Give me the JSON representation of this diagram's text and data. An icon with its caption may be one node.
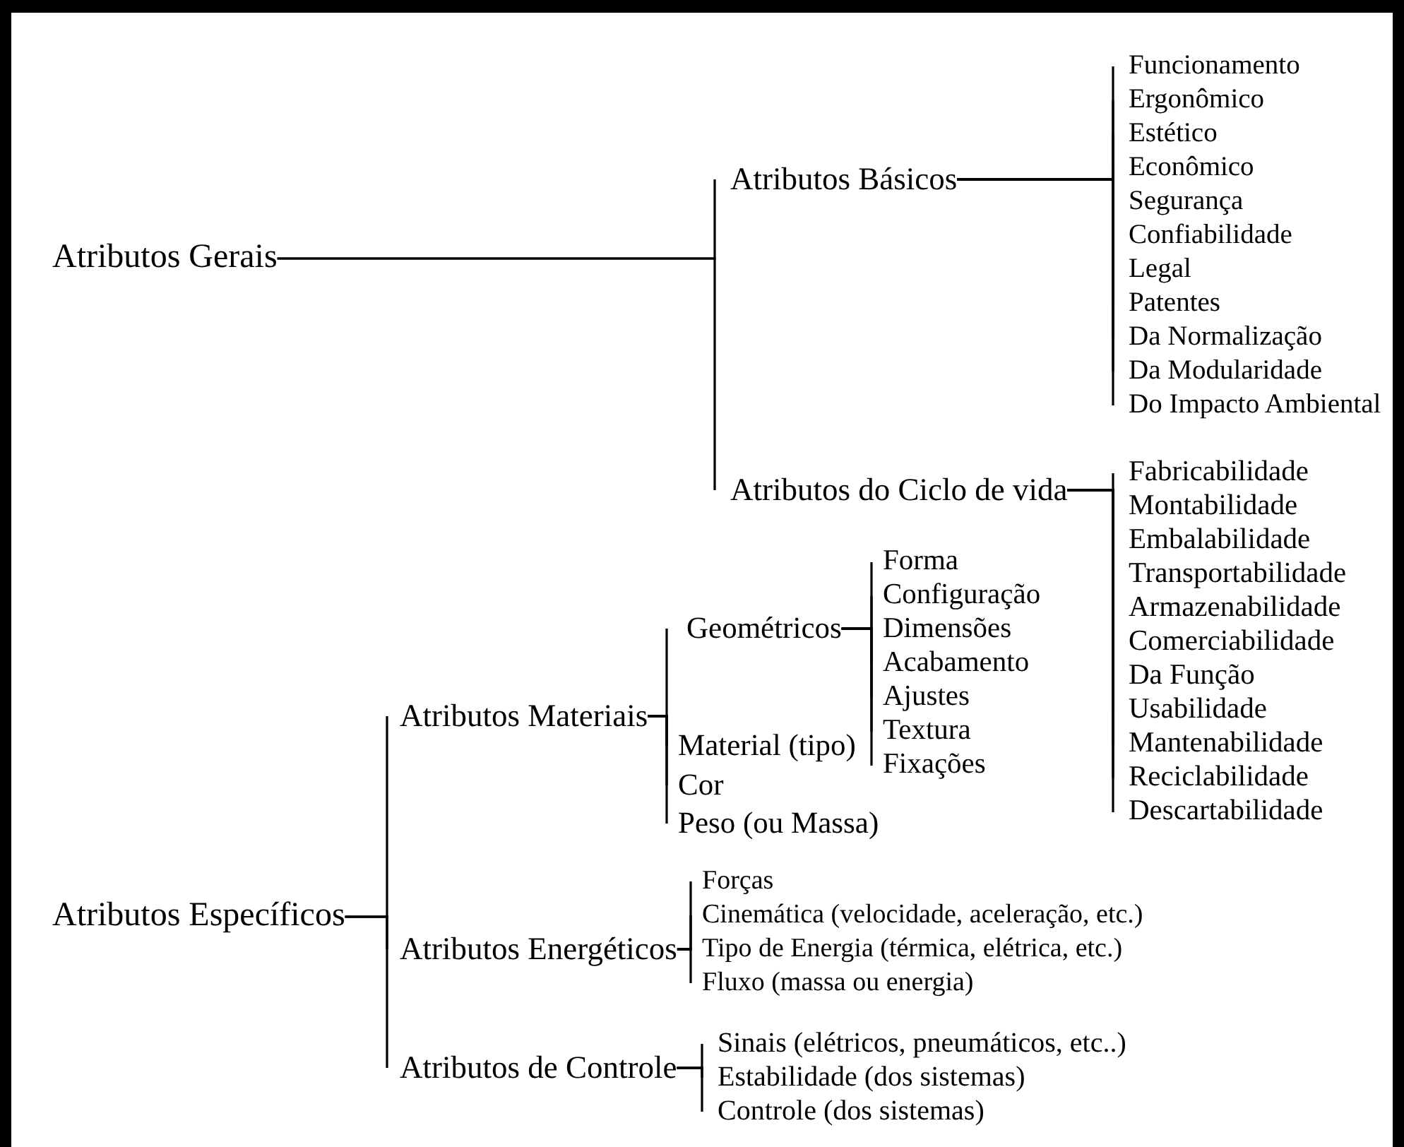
{
  "diagram": {
    "nodes": [
      {
        "text": [
          "Atributos Gerais"
        ]
      },
      {
        "text": [
          "Atributos Básicos"
        ]
      },
      {
        "text": [
          "Atributos do Ciclo de vida"
        ]
      },
      {
        "text": [
          "Funcionamento"
        ]
      },
      {
        "text": [
          "Ergonômico"
        ]
      },
      {
        "text": [
          "Estético"
        ]
      },
      {
        "text": [
          "Econômico"
        ]
      },
      {
        "text": [
          "Segurança"
        ]
      },
      {
        "text": [
          "Confiabilidade"
        ]
      },
      {
        "text": [
          "Legal"
        ]
      },
      {
        "text": [
          "Patentes"
        ]
      },
      {
        "text": [
          "Da Normalização"
        ]
      },
      {
        "text": [
          "Da Modularidade"
        ]
      },
      {
        "text": [
          "Do Impacto Ambiental"
        ]
      },
      {
        "text": [
          "Fabricabilidade"
        ]
      },
      {
        "text": [
          "Montabilidade"
        ]
      },
      {
        "text": [
          "Embalabilidade"
        ]
      },
      {
        "text": [
          "Transportabilidade"
        ]
      },
      {
        "text": [
          "Armazenabilidade"
        ]
      },
      {
        "text": [
          "Comerciabilidade"
        ]
      },
      {
        "text": [
          "Da Função"
        ]
      },
      {
        "text": [
          "Usabilidade"
        ]
      },
      {
        "text": [
          "Mantenabilidade"
        ]
      },
      {
        "text": [
          "Reciclabilidade"
        ]
      },
      {
        "text": [
          "Descartabilidade"
        ]
      },
      {
        "text": [
          "Atributos Específicos"
        ]
      },
      {
        "text": [
          "Atributos Materiais"
        ]
      },
      {
        "text": [
          "Geométricos"
        ]
      },
      {
        "text": [
          "Forma"
        ]
      },
      {
        "text": [
          "Configuração"
        ]
      },
      {
        "text": [
          "Dimensões"
        ]
      },
      {
        "text": [
          "Acabamento"
        ]
      },
      {
        "text": [
          "Ajustes"
        ]
      },
      {
        "text": [
          "Textura"
        ]
      },
      {
        "text": [
          "Fixações"
        ]
      },
      {
        "text": [
          "Material (tipo)"
        ]
      },
      {
        "text": [
          "Cor"
        ]
      },
      {
        "text": [
          "Peso (ou Massa)"
        ]
      },
      {
        "text": [
          "Atributos Energéticos"
        ]
      },
      {
        "text": [
          "Forças"
        ]
      },
      {
        "text": [
          "Cinemática (velocidade, aceleração, etc.)"
        ]
      },
      {
        "text": [
          "Tipo de Energia (térmica, elétrica, etc.)"
        ]
      },
      {
        "text": [
          "Fluxo (massa ou energia)"
        ]
      },
      {
        "text": [
          "Atributos de Controle"
        ]
      },
      {
        "text": [
          "Sinais (elétricos, pneumáticos, etc..)"
        ]
      },
      {
        "text": [
          "Estabilidade (dos sistemas)"
        ]
      },
      {
        "text": [
          "Controle (dos sistemas)"
        ]
      }
    ],
    "edges": [
      {
        "from": 0,
        "to": 1,
        "arrow": "none"
      },
      {
        "from": 0,
        "to": 2,
        "arrow": "none"
      },
      {
        "from": 1,
        "to": 3,
        "arrow": "none"
      },
      {
        "from": 1,
        "to": 4,
        "arrow": "none"
      },
      {
        "from": 1,
        "to": 5,
        "arrow": "none"
      },
      {
        "from": 1,
        "to": 6,
        "arrow": "none"
      },
      {
        "from": 1,
        "to": 7,
        "arrow": "none"
      },
      {
        "from": 1,
        "to": 8,
        "arrow": "none"
      },
      {
        "from": 1,
        "to": 9,
        "arrow": "none"
      },
      {
        "from": 1,
        "to": 10,
        "arrow": "none"
      },
      {
        "from": 1,
        "to": 11,
        "arrow": "none"
      },
      {
        "from": 1,
        "to": 12,
        "arrow": "none"
      },
      {
        "from": 1,
        "to": 13,
        "arrow": "none"
      },
      {
        "from": 2,
        "to": 14,
        "arrow": "none"
      },
      {
        "from": 2,
        "to": 15,
        "arrow": "none"
      },
      {
        "from": 2,
        "to": 16,
        "arrow": "none"
      },
      {
        "from": 2,
        "to": 17,
        "arrow": "none"
      },
      {
        "from": 2,
        "to": 18,
        "arrow": "none"
      },
      {
        "from": 2,
        "to": 19,
        "arrow": "none"
      },
      {
        "from": 2,
        "to": 20,
        "arrow": "none"
      },
      {
        "from": 2,
        "to": 21,
        "arrow": "none"
      },
      {
        "from": 2,
        "to": 22,
        "arrow": "none"
      },
      {
        "from": 2,
        "to": 23,
        "arrow": "none"
      },
      {
        "from": 2,
        "to": 24,
        "arrow": "none"
      },
      {
        "from": 25,
        "to": 26,
        "arrow": "none"
      },
      {
        "from": 25,
        "to": 38,
        "arrow": "none"
      },
      {
        "from": 25,
        "to": 43,
        "arrow": "none"
      },
      {
        "from": 26,
        "to": 27,
        "arrow": "none"
      },
      {
        "from": 26,
        "to": 35,
        "arrow": "none"
      },
      {
        "from": 26,
        "to": 36,
        "arrow": "none"
      },
      {
        "from": 26,
        "to": 37,
        "arrow": "none"
      },
      {
        "from": 27,
        "to": 28,
        "arrow": "none"
      },
      {
        "from": 27,
        "to": 29,
        "arrow": "none"
      },
      {
        "from": 27,
        "to": 30,
        "arrow": "none"
      },
      {
        "from": 27,
        "to": 31,
        "arrow": "none"
      },
      {
        "from": 27,
        "to": 32,
        "arrow": "none"
      },
      {
        "from": 27,
        "to": 33,
        "arrow": "none"
      },
      {
        "from": 27,
        "to": 34,
        "arrow": "none"
      },
      {
        "from": 38,
        "to": 39,
        "arrow": "none"
      },
      {
        "from": 38,
        "to": 40,
        "arrow": "none"
      },
      {
        "from": 38,
        "to": 41,
        "arrow": "none"
      },
      {
        "from": 38,
        "to": 42,
        "arrow": "none"
      },
      {
        "from": 43,
        "to": 44,
        "arrow": "none"
      },
      {
        "from": 43,
        "to": 45,
        "arrow": "none"
      },
      {
        "from": 43,
        "to": 46,
        "arrow": "none"
      }
    ]
  }
}
